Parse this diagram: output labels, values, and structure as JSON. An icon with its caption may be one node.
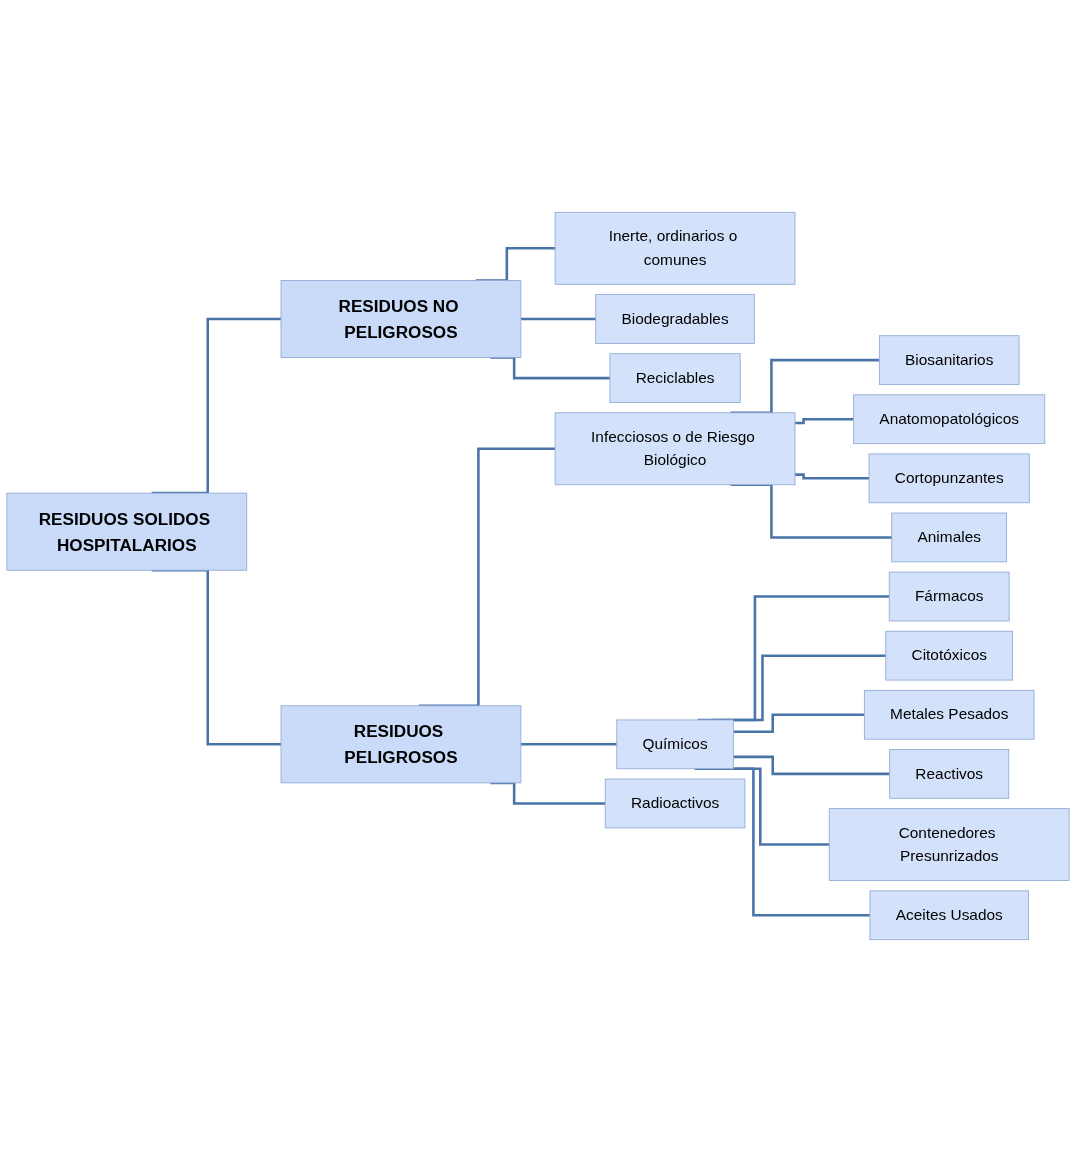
{
  "diagram": {
    "nodes": [
      {
        "text": [
          "RESIDUOS SOLIDOS HOSPITALARIOS"
        ]
      },
      {
        "text": [
          "RESIDUOS NO PELIGROSOS"
        ]
      },
      {
        "text": [
          "Inerte, ordinarios o comunes"
        ]
      },
      {
        "text": [
          "Biodegradables"
        ]
      },
      {
        "text": [
          "Reciclables"
        ]
      },
      {
        "text": [
          "RESIDUOS PELIGROSOS"
        ]
      },
      {
        "text": [
          "Infecciosos o de Riesgo Biológico"
        ]
      },
      {
        "text": [
          "Biosanitarios"
        ]
      },
      {
        "text": [
          "Anatomopatológicos"
        ]
      },
      {
        "text": [
          "Cortopunzantes"
        ]
      },
      {
        "text": [
          "Animales"
        ]
      },
      {
        "text": [
          "Químicos"
        ]
      },
      {
        "text": [
          "Fármacos"
        ]
      },
      {
        "text": [
          "Citotóxicos"
        ]
      },
      {
        "text": [
          "Metales Pesados"
        ]
      },
      {
        "text": [
          "Reactivos"
        ]
      },
      {
        "text": [
          "Contenedores Presunrizados"
        ]
      },
      {
        "text": [
          "Aceites Usados"
        ]
      },
      {
        "text": [
          "Radioactivos"
        ]
      }
    ],
    "edges": [
      {
        "from": 0,
        "to": 1,
        "arrow": "none"
      },
      {
        "from": 0,
        "to": 5,
        "arrow": "none"
      },
      {
        "from": 1,
        "to": 2,
        "arrow": "none"
      },
      {
        "from": 1,
        "to": 3,
        "arrow": "none"
      },
      {
        "from": 1,
        "to": 4,
        "arrow": "none"
      },
      {
        "from": 5,
        "to": 6,
        "arrow": "none"
      },
      {
        "from": 5,
        "to": 11,
        "arrow": "none"
      },
      {
        "from": 5,
        "to": 18,
        "arrow": "none"
      },
      {
        "from": 6,
        "to": 7,
        "arrow": "none"
      },
      {
        "from": 6,
        "to": 8,
        "arrow": "none"
      },
      {
        "from": 6,
        "to": 9,
        "arrow": "none"
      },
      {
        "from": 6,
        "to": 10,
        "arrow": "none"
      },
      {
        "from": 11,
        "to": 12,
        "arrow": "none"
      },
      {
        "from": 11,
        "to": 13,
        "arrow": "none"
      },
      {
        "from": 11,
        "to": 14,
        "arrow": "none"
      },
      {
        "from": 11,
        "to": 15,
        "arrow": "none"
      },
      {
        "from": 11,
        "to": 16,
        "arrow": "none"
      },
      {
        "from": 11,
        "to": 17,
        "arrow": "none"
      }
    ]
  }
}
